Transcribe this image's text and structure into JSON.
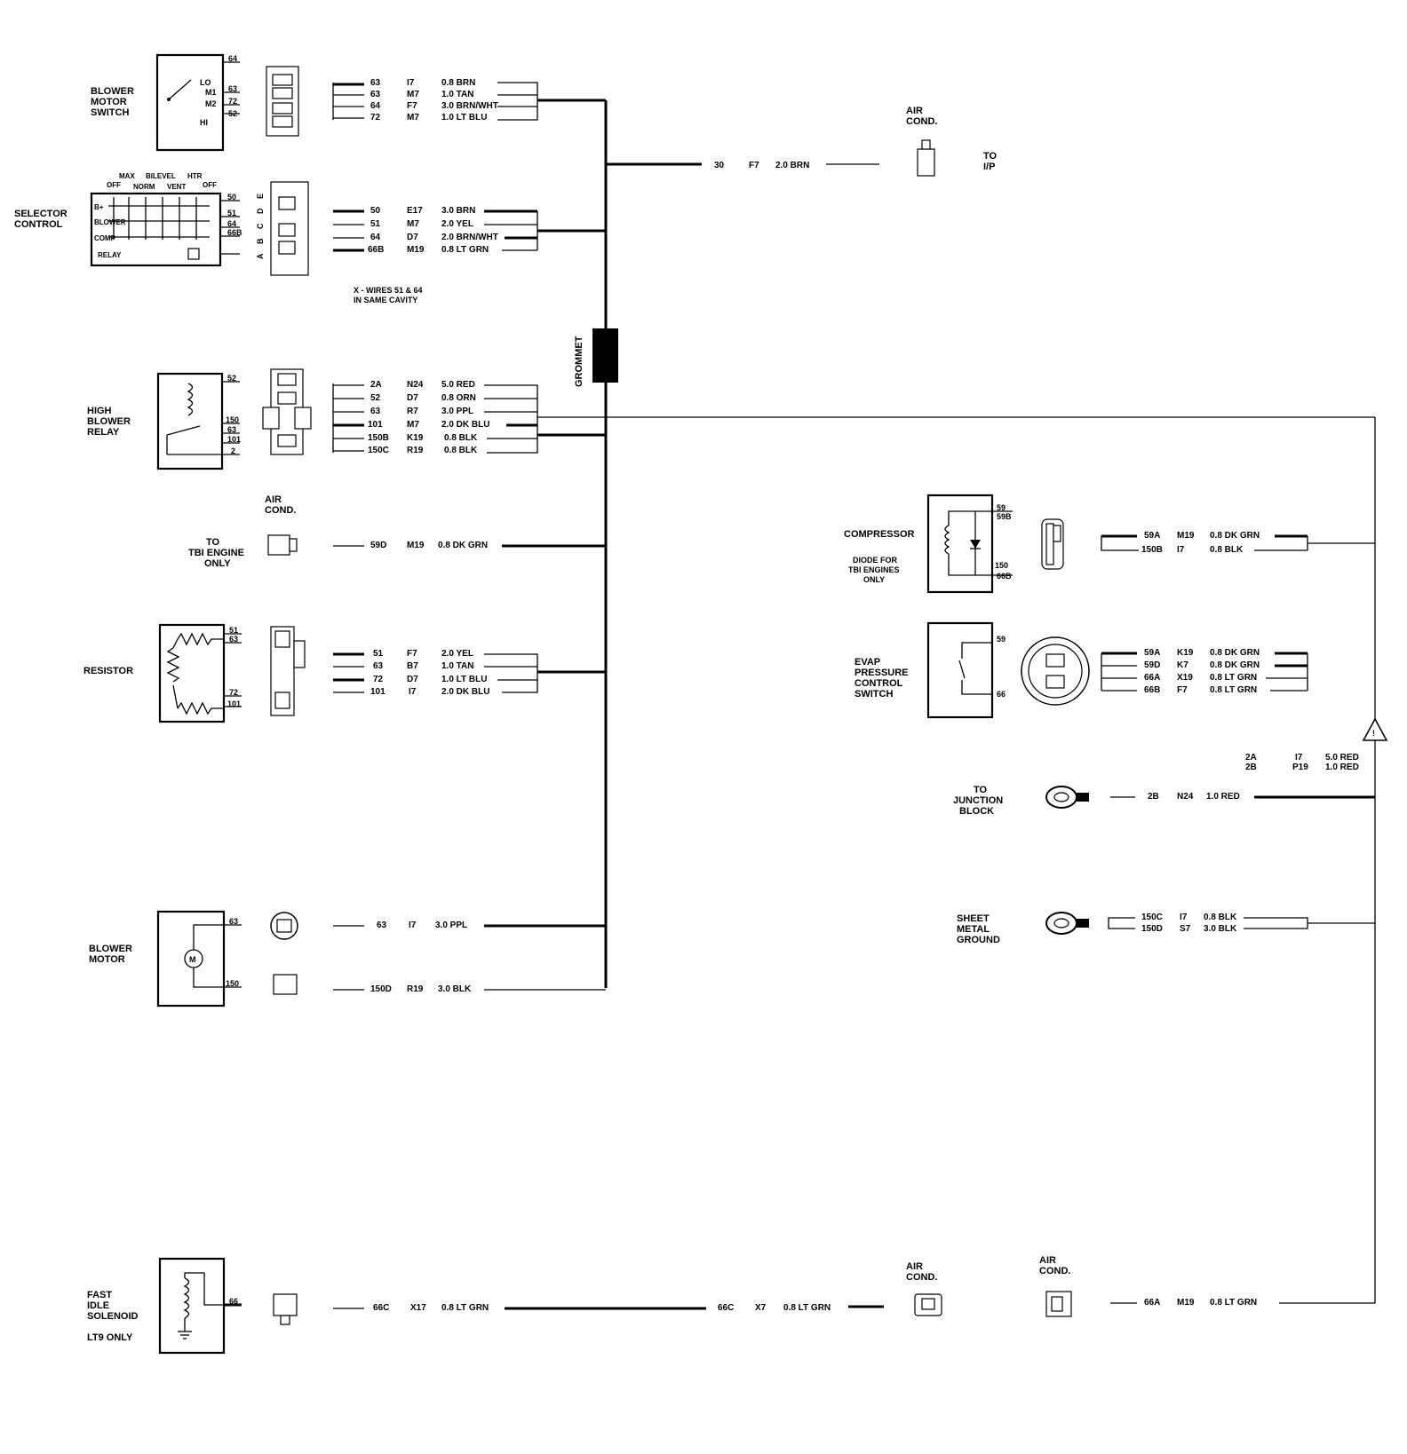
{
  "components": {
    "blower_switch": {
      "title": [
        "BLOWER",
        "MOTOR",
        "SWITCH"
      ],
      "positions": [
        "LO",
        "M1",
        "M2",
        "HI"
      ],
      "pins": [
        "64",
        "63",
        "72",
        "52"
      ],
      "wires": [
        [
          "63",
          "I7",
          "0.8 BRN"
        ],
        [
          "63",
          "M7",
          "1.0 TAN"
        ],
        [
          "64",
          "F7",
          "3.0 BRN/WHT"
        ],
        [
          "72",
          "M7",
          "1.0 LT BLU"
        ]
      ]
    },
    "selector": {
      "title": [
        "SELECTOR",
        "CONTROL"
      ],
      "header": [
        "MAX",
        "BILEVEL",
        "HTR"
      ],
      "modes": [
        "OFF",
        "NORM",
        "VENT",
        "OFF"
      ],
      "rows": [
        "B+",
        "BLOWER",
        "COMP",
        "RELAY"
      ],
      "pins": [
        "50",
        "51",
        "64",
        "66B"
      ],
      "cavities": [
        "A",
        "B",
        "C",
        "D",
        "E"
      ],
      "wires": [
        [
          "50",
          "E17",
          "3.0 BRN"
        ],
        [
          "51",
          "M7",
          "2.0 YEL"
        ],
        [
          "64",
          "D7",
          "2.0 BRN/WHT"
        ],
        [
          "66B",
          "M19",
          "0.8 LT GRN"
        ]
      ],
      "note": [
        "X - WIRES 51 & 64",
        "IN SAME CAVITY"
      ]
    },
    "top_aircond": {
      "title": [
        "AIR",
        "COND."
      ],
      "wire": [
        "30",
        "F7",
        "2.0 BRN"
      ],
      "dest": [
        "TO",
        "I/P"
      ]
    },
    "grommet": "GROMMET",
    "high_blower_relay": {
      "title": [
        "HIGH",
        "BLOWER",
        "RELAY"
      ],
      "pins": [
        "52",
        "150",
        "63",
        "101",
        "2"
      ],
      "wires": [
        [
          "2A",
          "N24",
          "5.0 RED"
        ],
        [
          "52",
          "D7",
          "0.8 ORN"
        ],
        [
          "63",
          "R7",
          "3.0 PPL"
        ],
        [
          "101",
          "M7",
          "2.0 DK BLU"
        ],
        [
          "150B",
          "K19",
          "0.8 BLK"
        ],
        [
          "150C",
          "R19",
          "0.8 BLK"
        ]
      ]
    },
    "tbi": {
      "title": [
        "AIR",
        "COND."
      ],
      "dest": [
        "TO",
        "TBI ENGINE",
        "ONLY"
      ],
      "wire": [
        "59D",
        "M19",
        "0.8 DK GRN"
      ]
    },
    "resistor": {
      "title": "RESISTOR",
      "pins": [
        "51",
        "63",
        "72",
        "101"
      ],
      "wires": [
        [
          "51",
          "F7",
          "2.0 YEL"
        ],
        [
          "63",
          "B7",
          "1.0 TAN"
        ],
        [
          "72",
          "D7",
          "1.0 LT BLU"
        ],
        [
          "101",
          "I7",
          "2.0 DK BLU"
        ]
      ]
    },
    "blower_motor": {
      "title": [
        "BLOWER",
        "MOTOR"
      ],
      "symbol": "M",
      "pins": [
        "63",
        "150"
      ],
      "wires": [
        [
          "63",
          "I7",
          "3.0 PPL"
        ],
        [
          "150D",
          "R19",
          "3.0 BLK"
        ]
      ]
    },
    "compressor": {
      "title": "COMPRESSOR",
      "subtitle": [
        "DIODE FOR",
        "TBI ENGINES",
        "ONLY"
      ],
      "pins": [
        "59",
        "59B",
        "150",
        "66B"
      ],
      "wires": [
        [
          "59A",
          "M19",
          "0.8 DK GRN"
        ],
        [
          "150B",
          "I7",
          "0.8 BLK"
        ]
      ]
    },
    "evap": {
      "title": [
        "EVAP",
        "PRESSURE",
        "CONTROL",
        "SWITCH"
      ],
      "pins": [
        "59",
        "66"
      ],
      "wires": [
        [
          "59A",
          "K19",
          "0.8 DK GRN"
        ],
        [
          "59D",
          "K7",
          "0.8 DK GRN"
        ],
        [
          "66A",
          "X19",
          "0.8 LT GRN"
        ],
        [
          "66B",
          "F7",
          "0.8 LT GRN"
        ]
      ]
    },
    "feed": {
      "ids": [
        "2A",
        "2B"
      ],
      "locs": [
        "I7",
        "P19"
      ],
      "gauges": [
        "5.0 RED",
        "1.0 RED"
      ]
    },
    "junction": {
      "title": [
        "TO",
        "JUNCTION",
        "BLOCK"
      ],
      "wire": [
        "2B",
        "N24",
        "1.0 RED"
      ]
    },
    "ground": {
      "title": [
        "SHEET",
        "METAL",
        "GROUND"
      ],
      "wires": [
        [
          "150C",
          "I7",
          "0.8 BLK"
        ],
        [
          "150D",
          "S7",
          "3.0 BLK"
        ]
      ]
    },
    "fast_idle": {
      "title": [
        "FAST",
        "IDLE",
        "SOLENOID"
      ],
      "note": "LT9 ONLY",
      "pin": "66",
      "wire1": [
        "66C",
        "X17",
        "0.8 LT GRN"
      ],
      "wire2": [
        "66C",
        "X7",
        "0.8 LT GRN"
      ],
      "aircond1": [
        "AIR",
        "COND."
      ],
      "aircond2": [
        "AIR",
        "COND."
      ],
      "wire3": [
        "66A",
        "M19",
        "0.8 LT GRN"
      ]
    }
  }
}
